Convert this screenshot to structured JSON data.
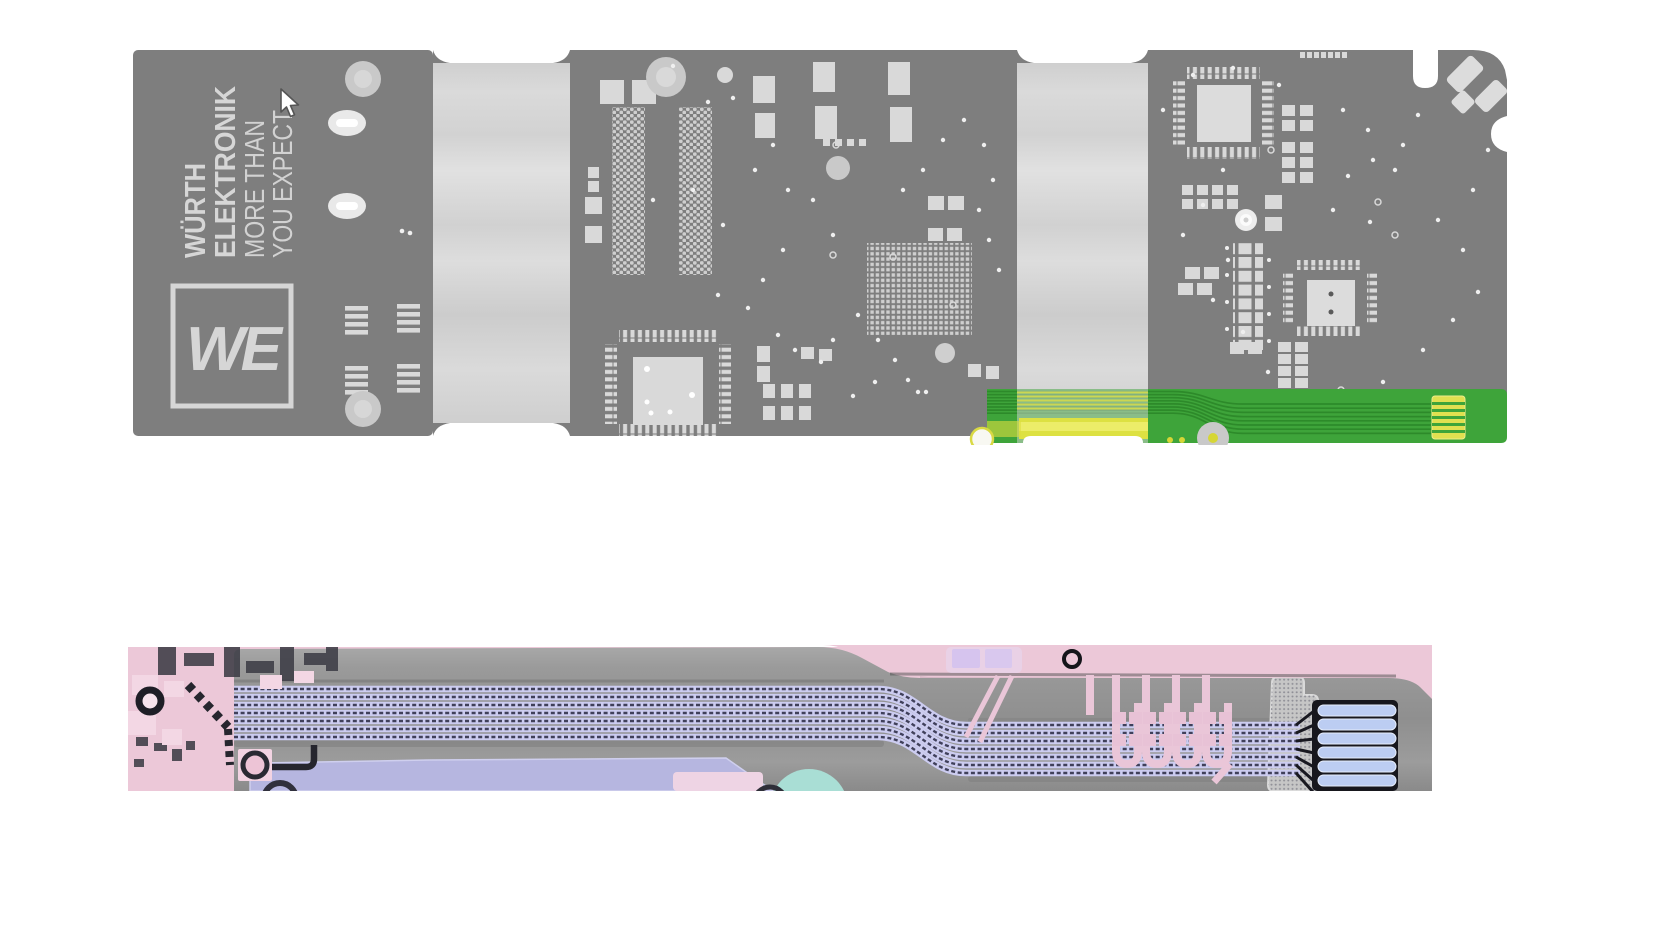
{
  "page": {
    "background_color": "#ffffff"
  },
  "top_view": {
    "brand_line1": "WÜRTH",
    "brand_line2": "ELEKTRONIK",
    "tagline_line1": "MORE THAN",
    "tagline_line2": "YOU EXPECT",
    "logo_monogram": "WE",
    "colors": {
      "board_gray": "#7e7e7e",
      "silkscreen": "#d9d9d9",
      "flex_gray": "#d5d5d5",
      "flex_green": "#3ea43a",
      "trace_green": "#2d8a2a",
      "gold_yellow": "#e0e050"
    }
  },
  "bottom_view": {
    "colors": {
      "coverlay_pink": "#ecc8d8",
      "polyimide_lavender": "#b6b6e0",
      "substrate_gray": "#8f8f8f",
      "trace_lavender": "#ccccf0",
      "drill_teal": "#a9ded5",
      "finger_blue": "#bccdf2"
    }
  }
}
